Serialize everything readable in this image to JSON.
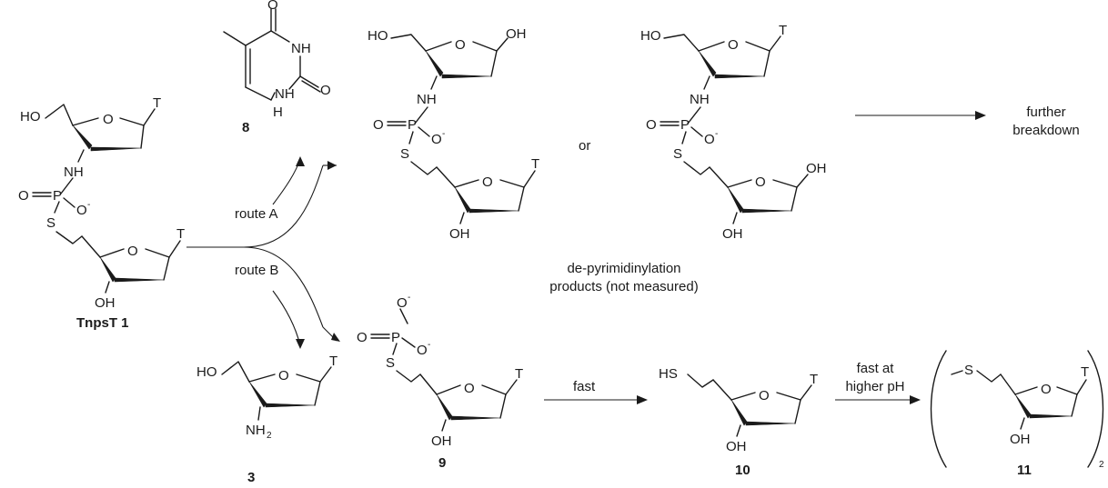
{
  "atoms": {
    "O": "O",
    "OH": "OH",
    "HO": "HO",
    "NH": "NH",
    "NH2": "NH",
    "two": "2",
    "P": "P",
    "S": "S",
    "HS": "HS",
    "T": "T",
    "Ominus": "O",
    "minus": "-",
    "H": "H"
  },
  "compounds": {
    "c1": "TnpsT 1",
    "c3": "3",
    "c8": "8",
    "c9": "9",
    "c10": "10",
    "c11": "11"
  },
  "labels": {
    "route_a": "route A",
    "route_b": "route B",
    "or": "or",
    "further_1": "further",
    "further_2": "breakdown",
    "depyr_1": "de-pyrimidinylation",
    "depyr_2": "products (not measured)",
    "fast": "fast",
    "fast_pH_1": "fast at",
    "fast_pH_2": "higher pH",
    "dimer_sub": "2"
  }
}
